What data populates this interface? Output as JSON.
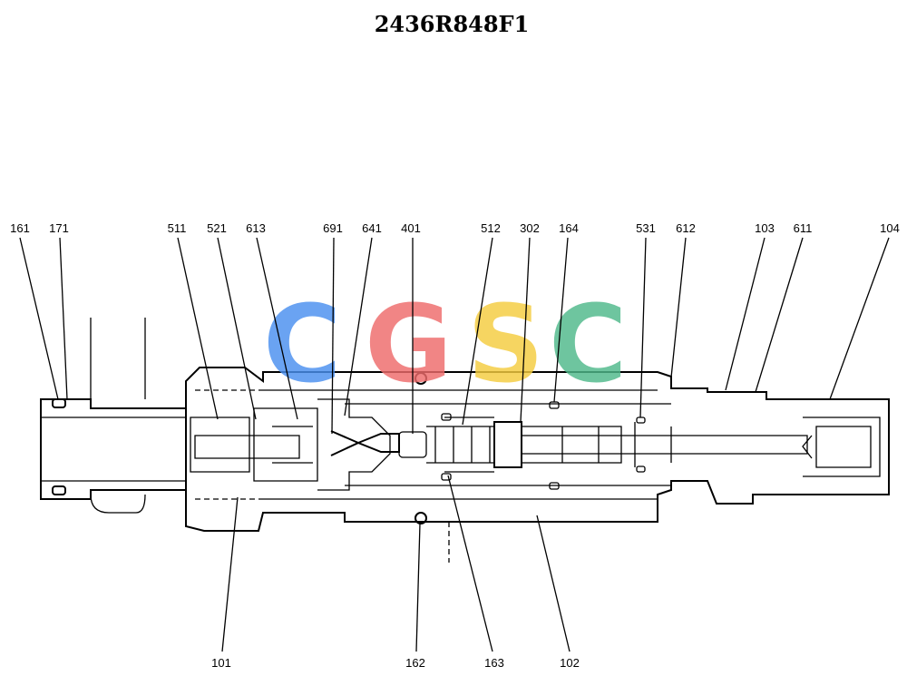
{
  "title": "2436R848F1",
  "watermark": {
    "letters": [
      {
        "char": "C",
        "color": "#4a90f0"
      },
      {
        "char": "G",
        "color": "#ee6b6b"
      },
      {
        "char": "S",
        "color": "#f5cc3f"
      },
      {
        "char": "C",
        "color": "#4fb98a"
      }
    ]
  },
  "callouts": {
    "top": [
      "161",
      "171",
      "511",
      "521",
      "613",
      "691",
      "641",
      "401",
      "512",
      "302",
      "164",
      "531",
      "612",
      "103",
      "611",
      "104"
    ],
    "bottom": [
      "101",
      "162",
      "163",
      "102"
    ]
  }
}
